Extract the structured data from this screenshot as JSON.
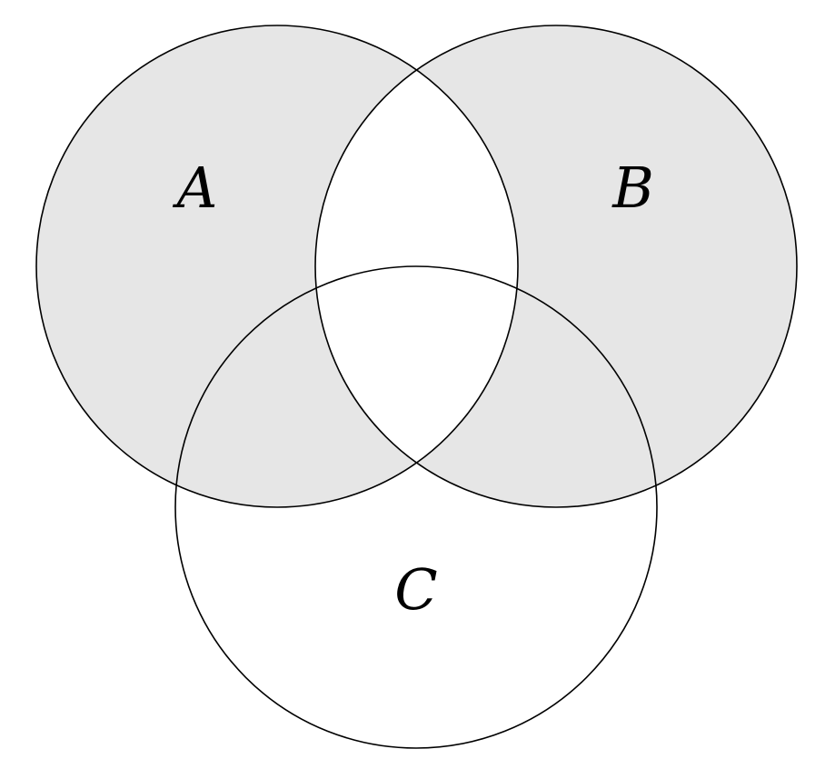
{
  "figure": {
    "type": "venn-diagram",
    "set_count": 3,
    "sets": [
      {
        "label": "A"
      },
      {
        "label": "B"
      },
      {
        "label": "C"
      }
    ],
    "shaded_region": "(A ∪ B) \\ (A ∩ B) — symmetric difference of A and B",
    "shaded_subregions": [
      "A only",
      "B only",
      "A∩C only",
      "B∩C only"
    ],
    "unshaded_subregions": [
      "A∩B only",
      "A∩B∩C",
      "C only",
      "outside"
    ],
    "colors": {
      "shade": "#e6e6e6",
      "stroke": "#000000",
      "background": "#ffffff",
      "label_text": "#000000"
    }
  }
}
